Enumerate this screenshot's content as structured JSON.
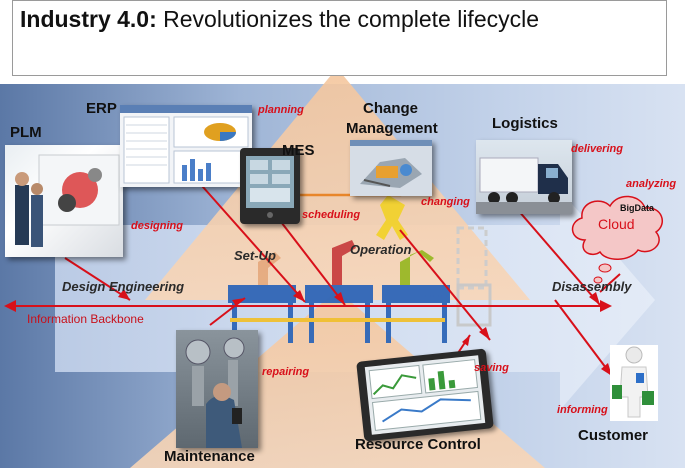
{
  "title": {
    "bold": "Industry 4.0:",
    "rest": " Revolutionizes the complete lifecycle"
  },
  "systems": {
    "plm": "PLM",
    "erp": "ERP",
    "mes": "MES",
    "change_management_line1": "Change",
    "change_management_line2": "Management",
    "logistics": "Logistics",
    "maintenance": "Maintenance",
    "resource_control": "Resource Control",
    "customer": "Customer"
  },
  "activities": {
    "planning": "planning",
    "designing": "designing",
    "scheduling": "scheduling",
    "changing": "changing",
    "delivering": "delivering",
    "analyzing": "analyzing",
    "repairing": "repairing",
    "saving": "saving",
    "informing": "informing"
  },
  "phases": {
    "design_engineering": "Design  Engineering",
    "setup": "Set-Up",
    "operation": "Operation",
    "disassembly": "Disassembly"
  },
  "backbone": "Information Backbone",
  "cloud": {
    "big_data": "BigData",
    "label": "Cloud"
  },
  "colors": {
    "accent_red": "#d8101a",
    "band_blue": "#a9bfe0",
    "triangle_orange": "#f6c9a0",
    "cloud_fill": "#f4c7c7"
  }
}
